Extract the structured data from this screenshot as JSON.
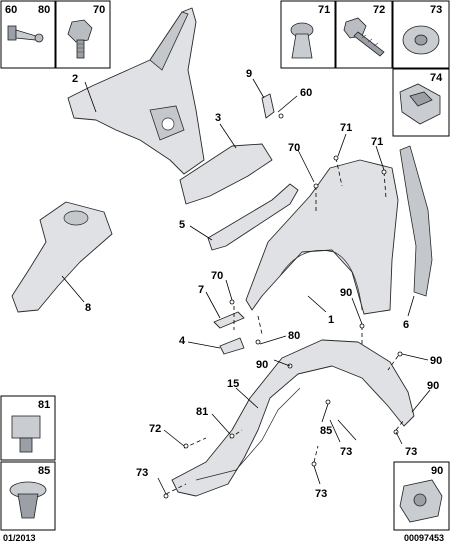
{
  "labels": {
    "p1": "1",
    "p2": "2",
    "p3": "3",
    "p4": "4",
    "p5": "5",
    "p6": "6",
    "p7": "7",
    "p8": "8",
    "p9": "9",
    "p15": "15",
    "p60_box": "60",
    "p80_box": "80",
    "p70_box": "70",
    "p71_box": "71",
    "p72_box": "72",
    "p73_box": "73",
    "p74_box": "74",
    "p81_box": "81",
    "p85_box": "85",
    "p90_box": "90",
    "p60_a": "60",
    "p70_a": "70",
    "p70_b": "70",
    "p71_a": "71",
    "p71_b": "71",
    "p80_a": "80",
    "p81_a": "81",
    "p72_a": "72",
    "p85_a": "85",
    "p90_a": "90",
    "p90_b": "90",
    "p90_c": "90",
    "p90_d": "90",
    "p73_a": "73",
    "p73_b": "73",
    "p73_c": "73",
    "p73_d": "73"
  },
  "footer": {
    "date": "01/2013",
    "ref": "00097453"
  }
}
